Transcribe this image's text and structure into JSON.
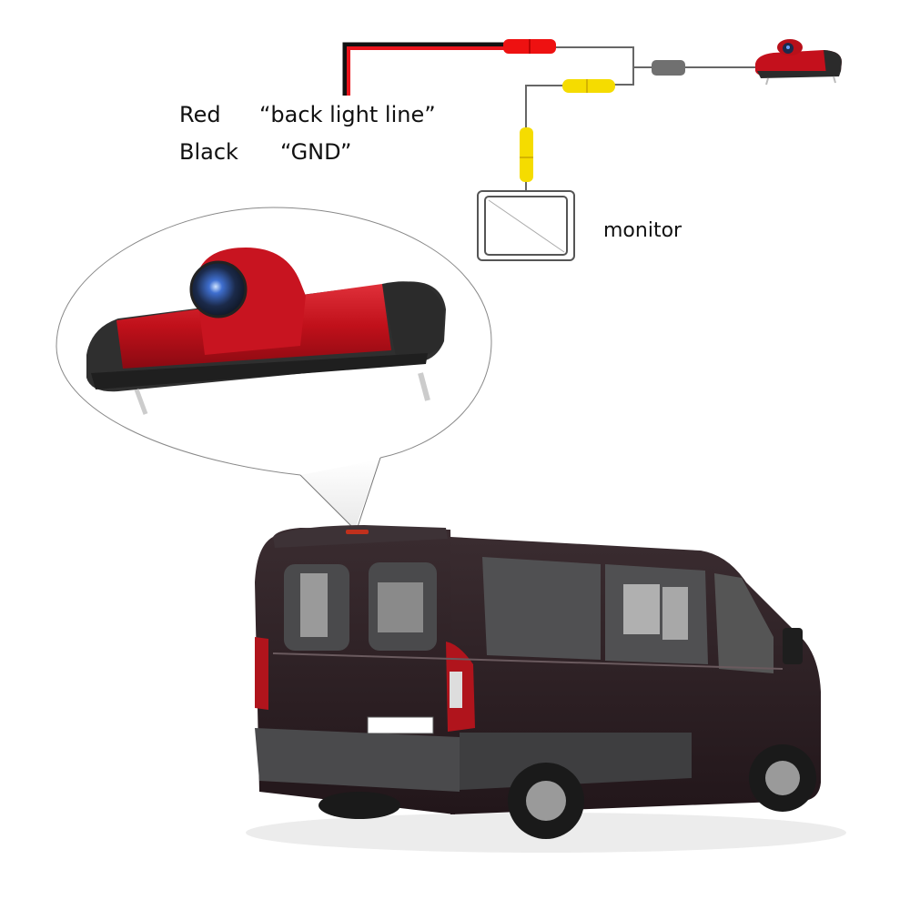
{
  "wiring": {
    "red_wire_label": "Red",
    "red_wire_function": "“back light line”",
    "black_wire_label": "Black",
    "black_wire_function": "“GND”",
    "monitor_label": "monitor"
  },
  "colors": {
    "red_wire": "#e8141c",
    "black_wire": "#111111",
    "red_connector": "#ee1111",
    "yellow_connector": "#f5dc00",
    "cable_gray": "#666666",
    "junction_box": "#707070",
    "van_body": "#2a1c20",
    "camera_red": "#c4101c",
    "camera_housing": "#2b2b2b"
  },
  "components": [
    {
      "name": "power-connector",
      "color": "red"
    },
    {
      "name": "video-connector",
      "color": "yellow"
    },
    {
      "name": "junction-box",
      "color": "gray"
    },
    {
      "name": "brake-light-camera",
      "color": "red"
    },
    {
      "name": "monitor",
      "color": "outline"
    }
  ]
}
